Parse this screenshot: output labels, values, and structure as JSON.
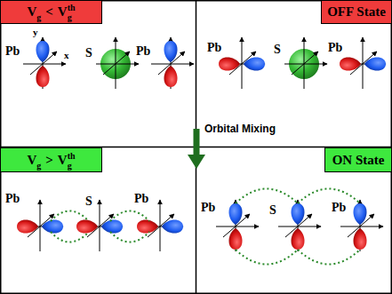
{
  "diagram": {
    "nodes": [
      {
        "text": [
          "V",
          "g",
          "<",
          "V",
          "g",
          "th"
        ]
      },
      {
        "text": [
          "OFF State"
        ]
      },
      {
        "text": [
          "V",
          "g",
          ">",
          "V",
          "g",
          "th"
        ]
      },
      {
        "text": [
          "ON State"
        ]
      }
    ],
    "labels": [
      "y",
      "x",
      "Pb",
      "S",
      "Pb",
      "Pb",
      "S",
      "Pb",
      "Orbital Mixing",
      "Pb",
      "S",
      "Pb",
      "Pb",
      "S",
      "Pb"
    ]
  }
}
